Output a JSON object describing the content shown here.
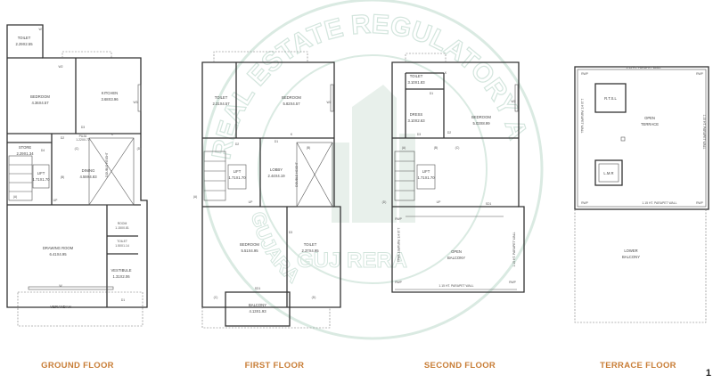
{
  "watermark": {
    "top_arc": "REAL ESTATE REGULATORY AUTHORITY",
    "left_arc": "GUJARAT",
    "bottom": "GUJ RERA",
    "color": "#cfe3da"
  },
  "floor_title_color": "#c87d36",
  "page_number": "1",
  "ground_floor": {
    "title": "GROUND FLOOR",
    "toilet": {
      "name": "TOILET",
      "size": "2.29X2.55"
    },
    "bedroom": {
      "name": "BEDROOM",
      "size": "4.36X4.57"
    },
    "kitchen": {
      "name": "KITCHEN",
      "size": "3.68X3.96"
    },
    "puja": {
      "name": "PUJA",
      "size": "1.22X0.72"
    },
    "store": {
      "name": "STORE",
      "size": "2.29X1.34"
    },
    "lift": {
      "name": "LIFT",
      "size": "1.71X1.70"
    },
    "dining": {
      "name": "DINING",
      "size": "4.59X4.83"
    },
    "double_height": "DOUBLE HEIGHT",
    "drawing_room": {
      "name": "DRAWING ROOM",
      "size": "6.41X4.95"
    },
    "room": {
      "name": "ROOM",
      "size": "1.15X0.81"
    },
    "toilet2": {
      "name": "TOILET",
      "size": "1.50X1.14"
    },
    "vestibule": {
      "name": "VESTIBULE",
      "size": "1.31X2.06"
    },
    "verandah": "VERANDAH",
    "tags": {
      "a": "(A)",
      "b": "(B)",
      "c": "(C)",
      "d": "(D)",
      "w1": "W1",
      "w2": "W2",
      "w3": "W3",
      "w": "W",
      "d1": "D1",
      "d2": "D2",
      "d3": "D3",
      "d4": "D4",
      "up": "UP",
      "k": "K"
    }
  },
  "first_floor": {
    "title": "FIRST FLOOR",
    "toilet": {
      "name": "TOILET",
      "size": "2.31X4.57"
    },
    "bedroom": {
      "name": "BEDROOM",
      "size": "5.82X4.57"
    },
    "lift": {
      "name": "LIFT",
      "size": "1.71X1.70"
    },
    "lobby": {
      "name": "LOBBY",
      "size": "2.44X4.19"
    },
    "double_height": "DOUBLE HEIGHT",
    "bedroom2": {
      "name": "BEDROOM",
      "size": "5.51X4.95"
    },
    "toilet2": {
      "name": "TOILET",
      "size": "2.37X4.95"
    },
    "balcony": {
      "name": "BALCONY",
      "size": "4.13X1.93"
    },
    "tags": {
      "a": "(A)",
      "b": "(B)",
      "c": "(C)",
      "d": "(D)",
      "w2": "W2",
      "d1": "D1",
      "d2": "D2",
      "d3": "D3",
      "sd1": "SD1",
      "up": "UP",
      "k": "K"
    }
  },
  "second_floor": {
    "title": "SECOND FLOOR",
    "toilet": {
      "name": "TOILET",
      "size": "3.10X1.83"
    },
    "dress": {
      "name": "DRESS",
      "size": "3.10X2.63"
    },
    "bedroom": {
      "name": "BEDROOM",
      "size": "5.03X8.99"
    },
    "lift": {
      "name": "LIFT",
      "size": "1.71X1.70"
    },
    "open_balcony": {
      "line1": "OPEN",
      "line2": "BALCONY"
    },
    "parapet": "1.15 HT. PARAPET WALL",
    "rwp": "RWP",
    "tags": {
      "a": "(A)",
      "b": "(B)",
      "c": "(C)",
      "d": "(D)",
      "w2": "W2",
      "d1": "D1",
      "d2": "D2",
      "d3": "D3",
      "sd1": "SD1",
      "up": "UP",
      "k": "K"
    }
  },
  "terrace_floor": {
    "title": "TERRACE FLOOR",
    "rtsl": "R.T.S.L",
    "lmr": "L.M.R",
    "open_terrace": {
      "line1": "OPEN",
      "line2": "TERRACE"
    },
    "lower_balcony": {
      "line1": "LOWER",
      "line2": "BALCONY"
    },
    "parapet": "1.15 HT. PARAPET WALL",
    "rwp": "RWP"
  }
}
